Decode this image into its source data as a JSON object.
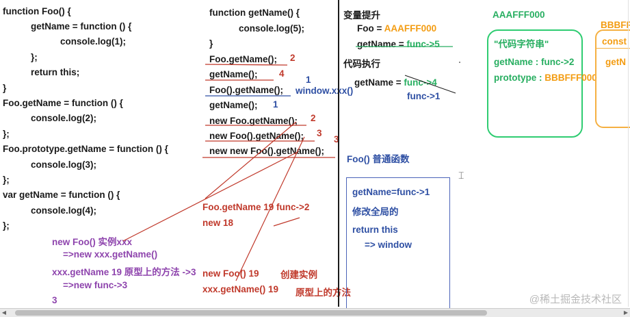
{
  "left_code": [
    "function Foo() {",
    "getName = function () {",
    "console.log(1);",
    "};",
    "return this;",
    "}",
    "Foo.getName = function () {",
    "console.log(2);",
    "};",
    "Foo.prototype.getName = function () {",
    "console.log(3);",
    "};",
    "var getName = function () {",
    "console.log(4);",
    "};"
  ],
  "left_notes": [
    "new Foo()   实例xxx",
    "=>new xxx.getName()",
    "xxx.getName  19   原型上的方法   ->3",
    "=>new func->3",
    "3"
  ],
  "mid_code": [
    "function getName() {",
    "console.log(5);",
    "}",
    "Foo.getName();",
    "getName();",
    "Foo().getName();",
    "getName();",
    "new Foo.getName();",
    "new Foo().getName();",
    "new new Foo().getName();"
  ],
  "mid_annotations": {
    "a2": "2",
    "a4": "4",
    "a1_top": "1",
    "window": "window.xxx()",
    "a1": "1",
    "a2b": "2",
    "a3": "3",
    "a3b": "3"
  },
  "mid_notes": {
    "foo_getname": "Foo.getName   19    func->2",
    "new18": "new  18",
    "newfoo19": "new Foo() 19",
    "create_inst": "创建实例",
    "xxx_getname": "xxx.getName() 19",
    "proto_method": "原型上的方法"
  },
  "right": {
    "hoist_title": "变量提升",
    "foo_eq": "Foo = ",
    "foo_addr": "AAAFFF000",
    "getname_eq": "getName = ",
    "getname_val": "func->5",
    "exec_title": "代码执行",
    "getname2_eq": "getName = ",
    "getname2_val": "func->4",
    "func1": "func->1",
    "foo_plain": "Foo() 普通函数"
  },
  "heap": {
    "addr_green": "AAAFFF000",
    "str_code": "\"代码字符串\"",
    "getname_prop": "getName : func->2",
    "prototype_label": "prototype : ",
    "prototype_val": "BBBFFF000",
    "addr_orange": "BBBFFF",
    "const_label": "const",
    "getn_label": "getN"
  },
  "blue_box": {
    "line1": "getName=func->1",
    "line2": "修改全局的",
    "line3": "return this",
    "line4": "=> window"
  },
  "watermark": "@稀土掘金技术社区",
  "icons": {
    "cursor": "text-cursor-icon",
    "scroll_left": "arrow-left-icon",
    "scroll_right": "arrow-right-icon"
  }
}
